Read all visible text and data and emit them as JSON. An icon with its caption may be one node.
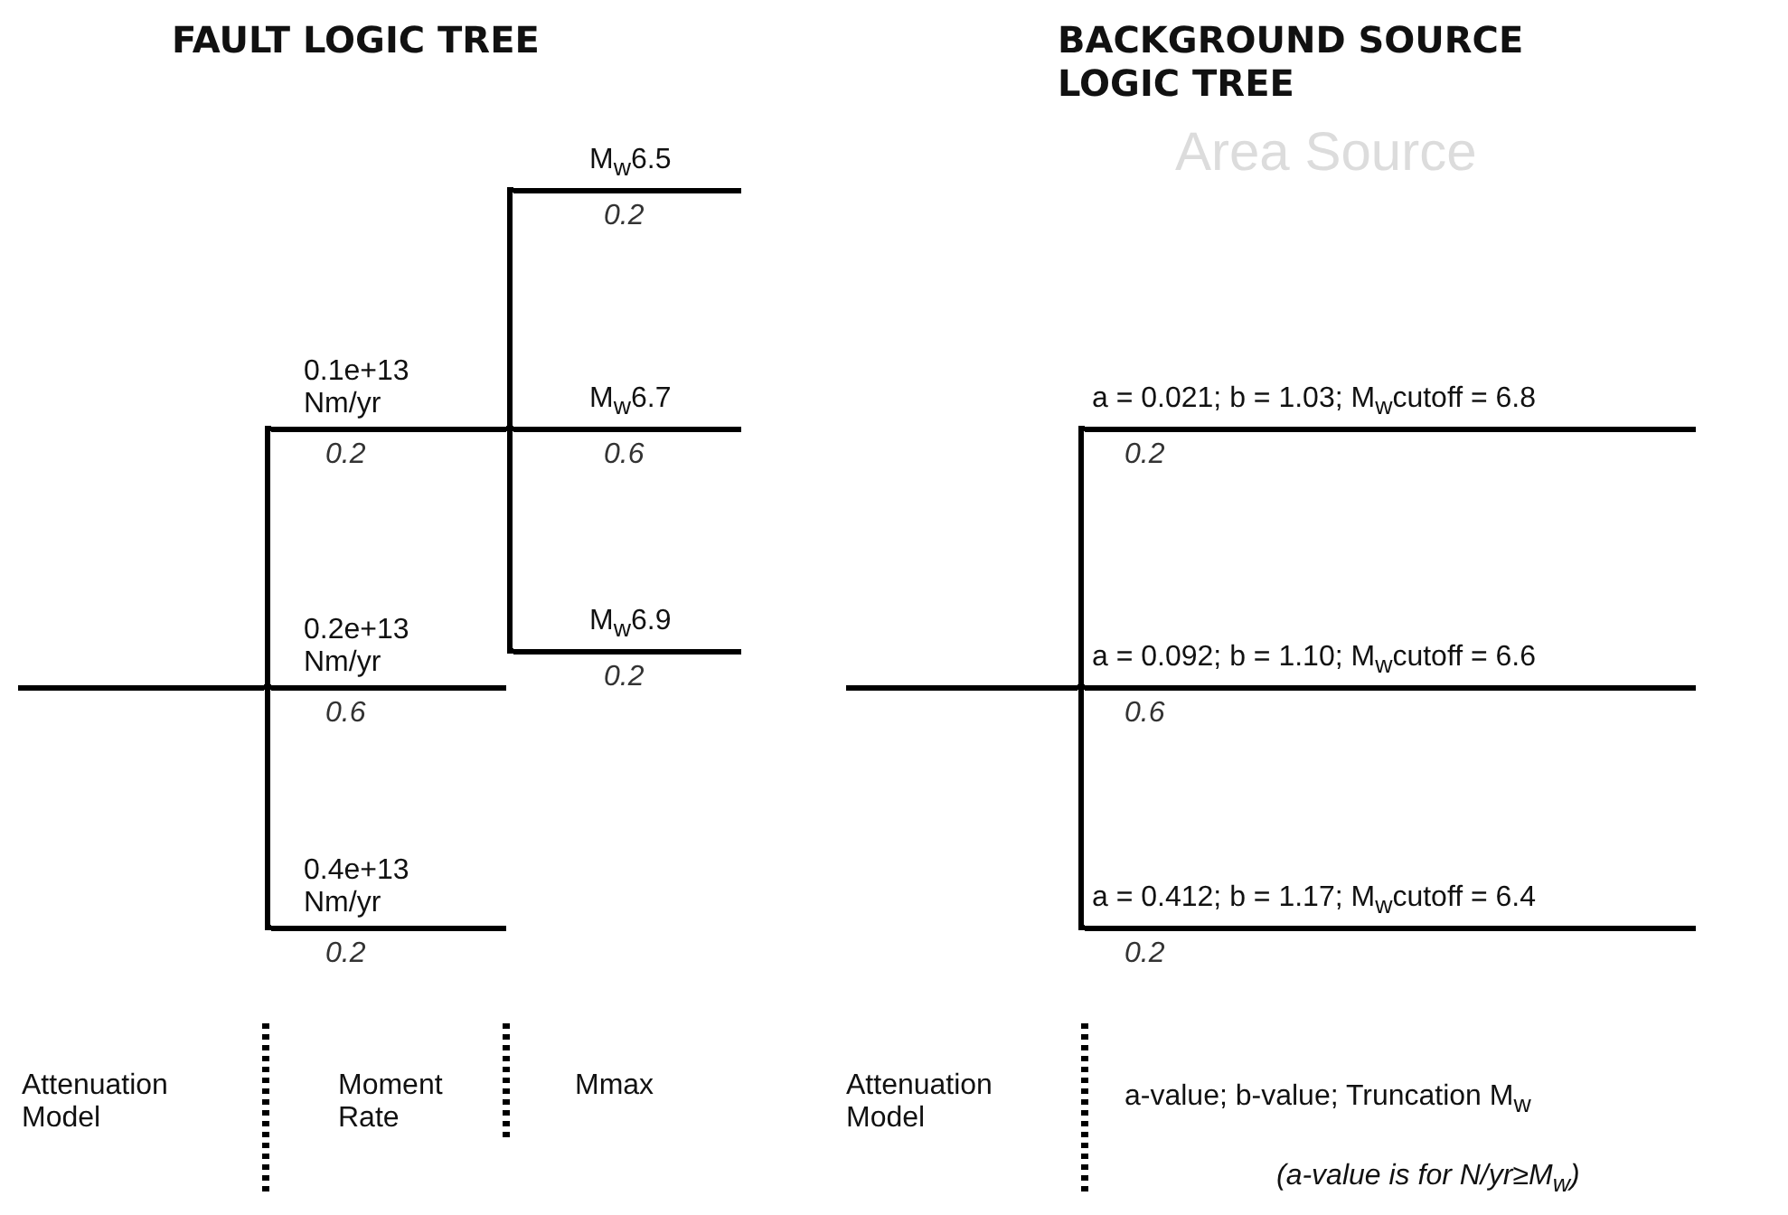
{
  "diagram": {
    "nodes": [
      {
        "text": [],
        "shape": "bar"
      },
      {
        "text": [
          "0.1e+13 Nm/yr"
        ],
        "beside": [
          "0.2"
        ]
      },
      {
        "text": [
          "0.2e+13 Nm/yr"
        ],
        "beside": [
          "0.6"
        ]
      },
      {
        "text": [
          "0.4e+13 Nm/yr"
        ],
        "beside": [
          "0.2"
        ]
      },
      {
        "text": [
          "M$_{w}$6.5"
        ],
        "beside": [
          "0.2"
        ]
      },
      {
        "text": [
          "M$_{w}$6.7"
        ],
        "beside": [
          "0.6"
        ]
      },
      {
        "text": [
          "M$_{w}$6.9"
        ],
        "beside": [
          "0.2"
        ]
      },
      {
        "text": [],
        "shape": "bar"
      },
      {
        "text": [
          "a = 0.021; b = 1.03; M$_{w}$cutoff = 6.8"
        ],
        "beside": [
          "0.2"
        ]
      },
      {
        "text": [
          "a = 0.092; b = 1.10; M$_{w}$cutoff = 6.6"
        ],
        "beside": [
          "0.6"
        ]
      },
      {
        "text": [
          "a = 0.412; b = 1.17; M$_{w}$cutoff = 6.4"
        ],
        "beside": [
          "0.2"
        ]
      }
    ],
    "edges": [
      {
        "from": 0,
        "to": 1,
        "arrow": "none"
      },
      {
        "from": 0,
        "to": 2,
        "arrow": "none"
      },
      {
        "from": 0,
        "to": 3,
        "arrow": "none"
      },
      {
        "from": 1,
        "to": 4,
        "arrow": "none"
      },
      {
        "from": 1,
        "to": 5,
        "arrow": "none"
      },
      {
        "from": 1,
        "to": 6,
        "arrow": "none"
      },
      {
        "from": 7,
        "to": 8,
        "arrow": "none"
      },
      {
        "from": 7,
        "to": 9,
        "arrow": "none"
      },
      {
        "from": 7,
        "to": 10,
        "arrow": "none"
      }
    ],
    "labels": [
      "FAULT LOGIC TREE",
      "BACKGROUND SOURCE LOGIC TREE",
      "Area Source",
      "Attenuation Model",
      "Moment Rate",
      "Mmax",
      "Attenuation Model",
      "a-value; b-value; Truncation M$_{w}$",
      "(a-value is for N/yr≥M$_{w}$)"
    ]
  }
}
